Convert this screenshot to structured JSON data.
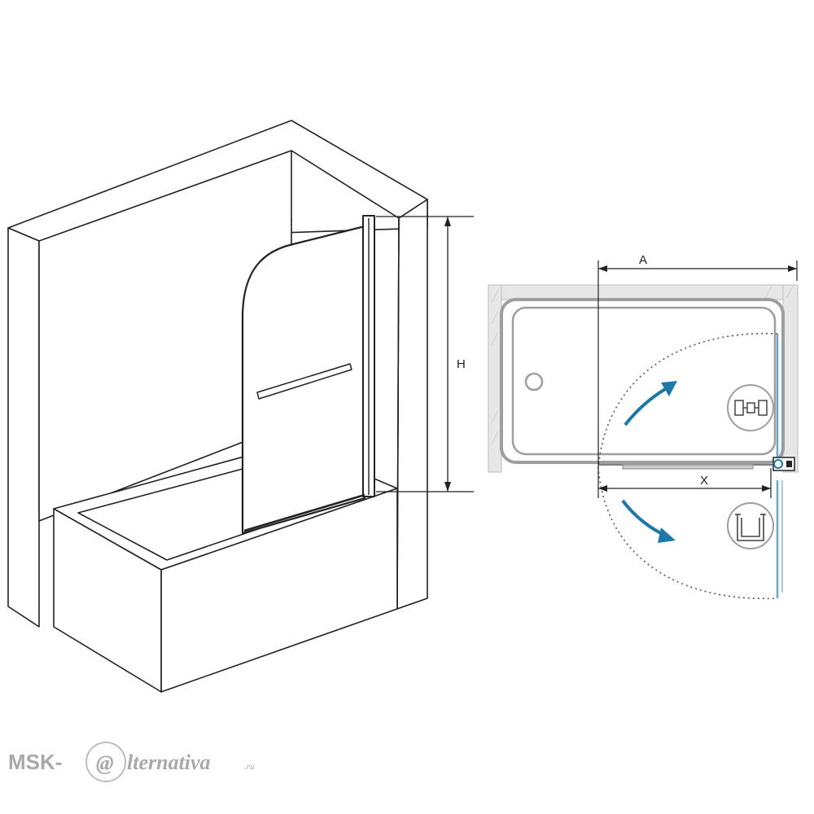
{
  "diagram": {
    "labels": {
      "height": "H",
      "width_a": "A",
      "width_x": "X"
    },
    "colors": {
      "line": "#222222",
      "glass": "#6aa8c4",
      "arrow": "#1f77a8",
      "tub_gray": "#b0b0b0",
      "wall_hatch": "#d4d4d4"
    },
    "icons": [
      "hinge-detail-icon",
      "profile-detail-icon",
      "drain-icon",
      "swing-arrow-open-icon",
      "swing-arrow-close-icon"
    ]
  },
  "watermark": {
    "brand_left": "MSK-",
    "brand_mark": "@",
    "brand_right": "lternativa",
    "brand_tld": ".ru"
  }
}
